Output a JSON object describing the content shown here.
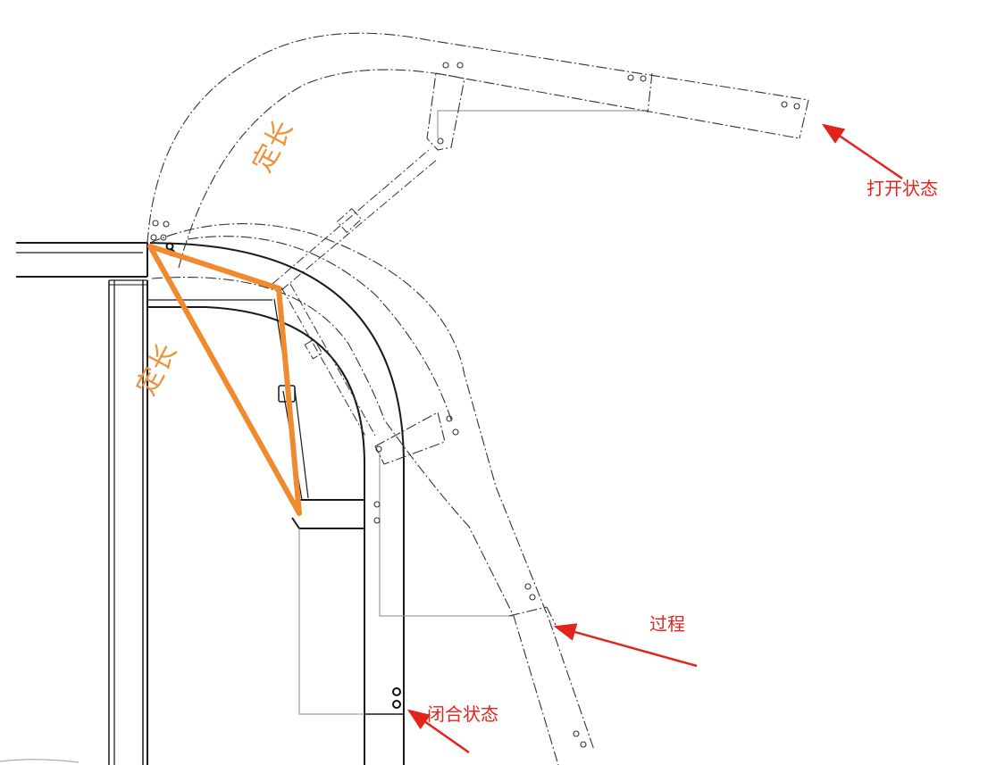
{
  "labels": {
    "open_state": "打开状态",
    "process": "过程",
    "closed_state": "闭合状态",
    "fixed_length_1": "定长",
    "fixed_length_2": "定长"
  },
  "colors": {
    "annotation_red": "#e3241b",
    "triangle_orange": "#f08a2e",
    "handwriting_orange": "#f0923a",
    "drawing_line": "#1a1a1a",
    "dashed_line": "#333333",
    "thin_gray": "#888888"
  }
}
